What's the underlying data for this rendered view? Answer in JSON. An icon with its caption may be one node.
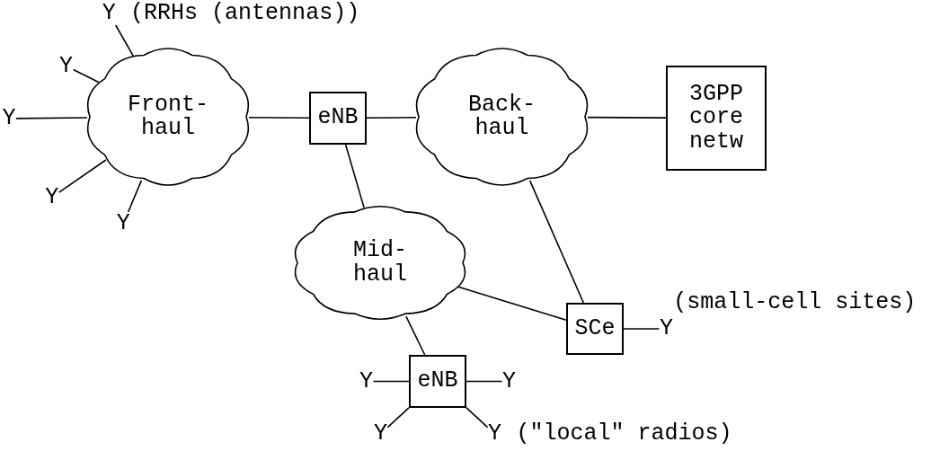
{
  "diagram": {
    "nodes": [
      {
        "text": [
          "Y"
        ],
        "beside": [
          "(RRHs (antennas))"
        ]
      },
      {
        "text": [
          "Y"
        ]
      },
      {
        "text": [
          "Y"
        ]
      },
      {
        "text": [
          "Y"
        ]
      },
      {
        "text": [
          "Y"
        ]
      },
      {
        "text": [
          "Front- haul"
        ]
      },
      {
        "text": [
          "eNB"
        ]
      },
      {
        "text": [
          "Back- haul"
        ]
      },
      {
        "text": [
          "3GPP core netw"
        ]
      },
      {
        "text": [
          "Mid- haul"
        ]
      },
      {
        "text": [
          "SCe"
        ]
      },
      {
        "text": [
          "Y"
        ]
      },
      {
        "text": [
          "eNB"
        ]
      },
      {
        "text": [
          "Y"
        ]
      },
      {
        "text": [
          "Y"
        ]
      },
      {
        "text": [
          "Y"
        ]
      },
      {
        "text": [
          "Y"
        ],
        "beside": [
          "(\"local\" radios)"
        ]
      }
    ],
    "edges": [
      {
        "from": 0,
        "to": 5,
        "arrow": "none"
      },
      {
        "from": 1,
        "to": 5,
        "arrow": "none"
      },
      {
        "from": 2,
        "to": 5,
        "arrow": "none"
      },
      {
        "from": 3,
        "to": 5,
        "arrow": "none"
      },
      {
        "from": 4,
        "to": 5,
        "arrow": "none"
      },
      {
        "from": 5,
        "to": 6,
        "arrow": "none"
      },
      {
        "from": 6,
        "to": 7,
        "arrow": "none"
      },
      {
        "from": 7,
        "to": 8,
        "arrow": "none"
      },
      {
        "from": 6,
        "to": 9,
        "arrow": "none"
      },
      {
        "from": 7,
        "to": 10,
        "arrow": "none"
      },
      {
        "from": 9,
        "to": 10,
        "arrow": "none"
      },
      {
        "from": 10,
        "to": 11,
        "arrow": "none"
      },
      {
        "from": 9,
        "to": 12,
        "arrow": "none"
      },
      {
        "from": 13,
        "to": 12,
        "arrow": "none"
      },
      {
        "from": 12,
        "to": 14,
        "arrow": "none"
      },
      {
        "from": 12,
        "to": 15,
        "arrow": "none"
      },
      {
        "from": 12,
        "to": 16,
        "arrow": "none"
      }
    ],
    "labels": [
      "(small-cell sites)"
    ]
  }
}
